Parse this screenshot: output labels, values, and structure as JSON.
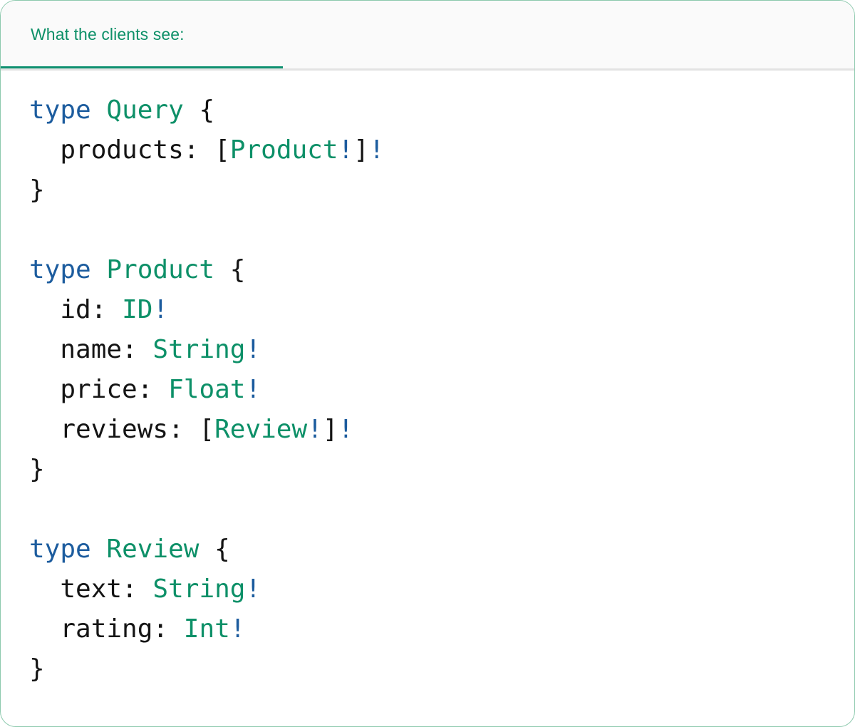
{
  "card": {
    "border_color": "#8cc9ad",
    "background": "#ffffff"
  },
  "header": {
    "tab_label": "What the clients see:",
    "tab_active": true,
    "accent_color": "#0f9070",
    "text_color": "#0d9068",
    "background": "#fafafa",
    "divider_color": "#e3e3e3"
  },
  "syntax_colors": {
    "keyword": "#1c5c9e",
    "type": "#0d9068",
    "field": "#141414",
    "punctuation": "#141414",
    "non_null_bang": "#1c5c9e"
  },
  "code": {
    "language": "graphql",
    "lines": [
      {
        "indent": 0,
        "tokens": [
          {
            "kind": "kw",
            "text": "type"
          },
          {
            "kind": "punct",
            "text": " "
          },
          {
            "kind": "type",
            "text": "Query"
          },
          {
            "kind": "punct",
            "text": " {"
          }
        ]
      },
      {
        "indent": 2,
        "tokens": [
          {
            "kind": "field",
            "text": "products:"
          },
          {
            "kind": "punct",
            "text": " ["
          },
          {
            "kind": "type",
            "text": "Product"
          },
          {
            "kind": "bang",
            "text": "!"
          },
          {
            "kind": "punct",
            "text": "]"
          },
          {
            "kind": "bang",
            "text": "!"
          }
        ]
      },
      {
        "indent": 0,
        "tokens": [
          {
            "kind": "punct",
            "text": "}"
          }
        ]
      },
      {
        "indent": 0,
        "tokens": []
      },
      {
        "indent": 0,
        "tokens": [
          {
            "kind": "kw",
            "text": "type"
          },
          {
            "kind": "punct",
            "text": " "
          },
          {
            "kind": "type",
            "text": "Product"
          },
          {
            "kind": "punct",
            "text": " {"
          }
        ]
      },
      {
        "indent": 2,
        "tokens": [
          {
            "kind": "field",
            "text": "id:"
          },
          {
            "kind": "punct",
            "text": " "
          },
          {
            "kind": "type",
            "text": "ID"
          },
          {
            "kind": "bang",
            "text": "!"
          }
        ]
      },
      {
        "indent": 2,
        "tokens": [
          {
            "kind": "field",
            "text": "name:"
          },
          {
            "kind": "punct",
            "text": " "
          },
          {
            "kind": "type",
            "text": "String"
          },
          {
            "kind": "bang",
            "text": "!"
          }
        ]
      },
      {
        "indent": 2,
        "tokens": [
          {
            "kind": "field",
            "text": "price:"
          },
          {
            "kind": "punct",
            "text": " "
          },
          {
            "kind": "type",
            "text": "Float"
          },
          {
            "kind": "bang",
            "text": "!"
          }
        ]
      },
      {
        "indent": 2,
        "tokens": [
          {
            "kind": "field",
            "text": "reviews:"
          },
          {
            "kind": "punct",
            "text": " ["
          },
          {
            "kind": "type",
            "text": "Review"
          },
          {
            "kind": "bang",
            "text": "!"
          },
          {
            "kind": "punct",
            "text": "]"
          },
          {
            "kind": "bang",
            "text": "!"
          }
        ]
      },
      {
        "indent": 0,
        "tokens": [
          {
            "kind": "punct",
            "text": "}"
          }
        ]
      },
      {
        "indent": 0,
        "tokens": []
      },
      {
        "indent": 0,
        "tokens": [
          {
            "kind": "kw",
            "text": "type"
          },
          {
            "kind": "punct",
            "text": " "
          },
          {
            "kind": "type",
            "text": "Review"
          },
          {
            "kind": "punct",
            "text": " {"
          }
        ]
      },
      {
        "indent": 2,
        "tokens": [
          {
            "kind": "field",
            "text": "text:"
          },
          {
            "kind": "punct",
            "text": " "
          },
          {
            "kind": "type",
            "text": "String"
          },
          {
            "kind": "bang",
            "text": "!"
          }
        ]
      },
      {
        "indent": 2,
        "tokens": [
          {
            "kind": "field",
            "text": "rating:"
          },
          {
            "kind": "punct",
            "text": " "
          },
          {
            "kind": "type",
            "text": "Int"
          },
          {
            "kind": "bang",
            "text": "!"
          }
        ]
      },
      {
        "indent": 0,
        "tokens": [
          {
            "kind": "punct",
            "text": "}"
          }
        ]
      }
    ]
  }
}
